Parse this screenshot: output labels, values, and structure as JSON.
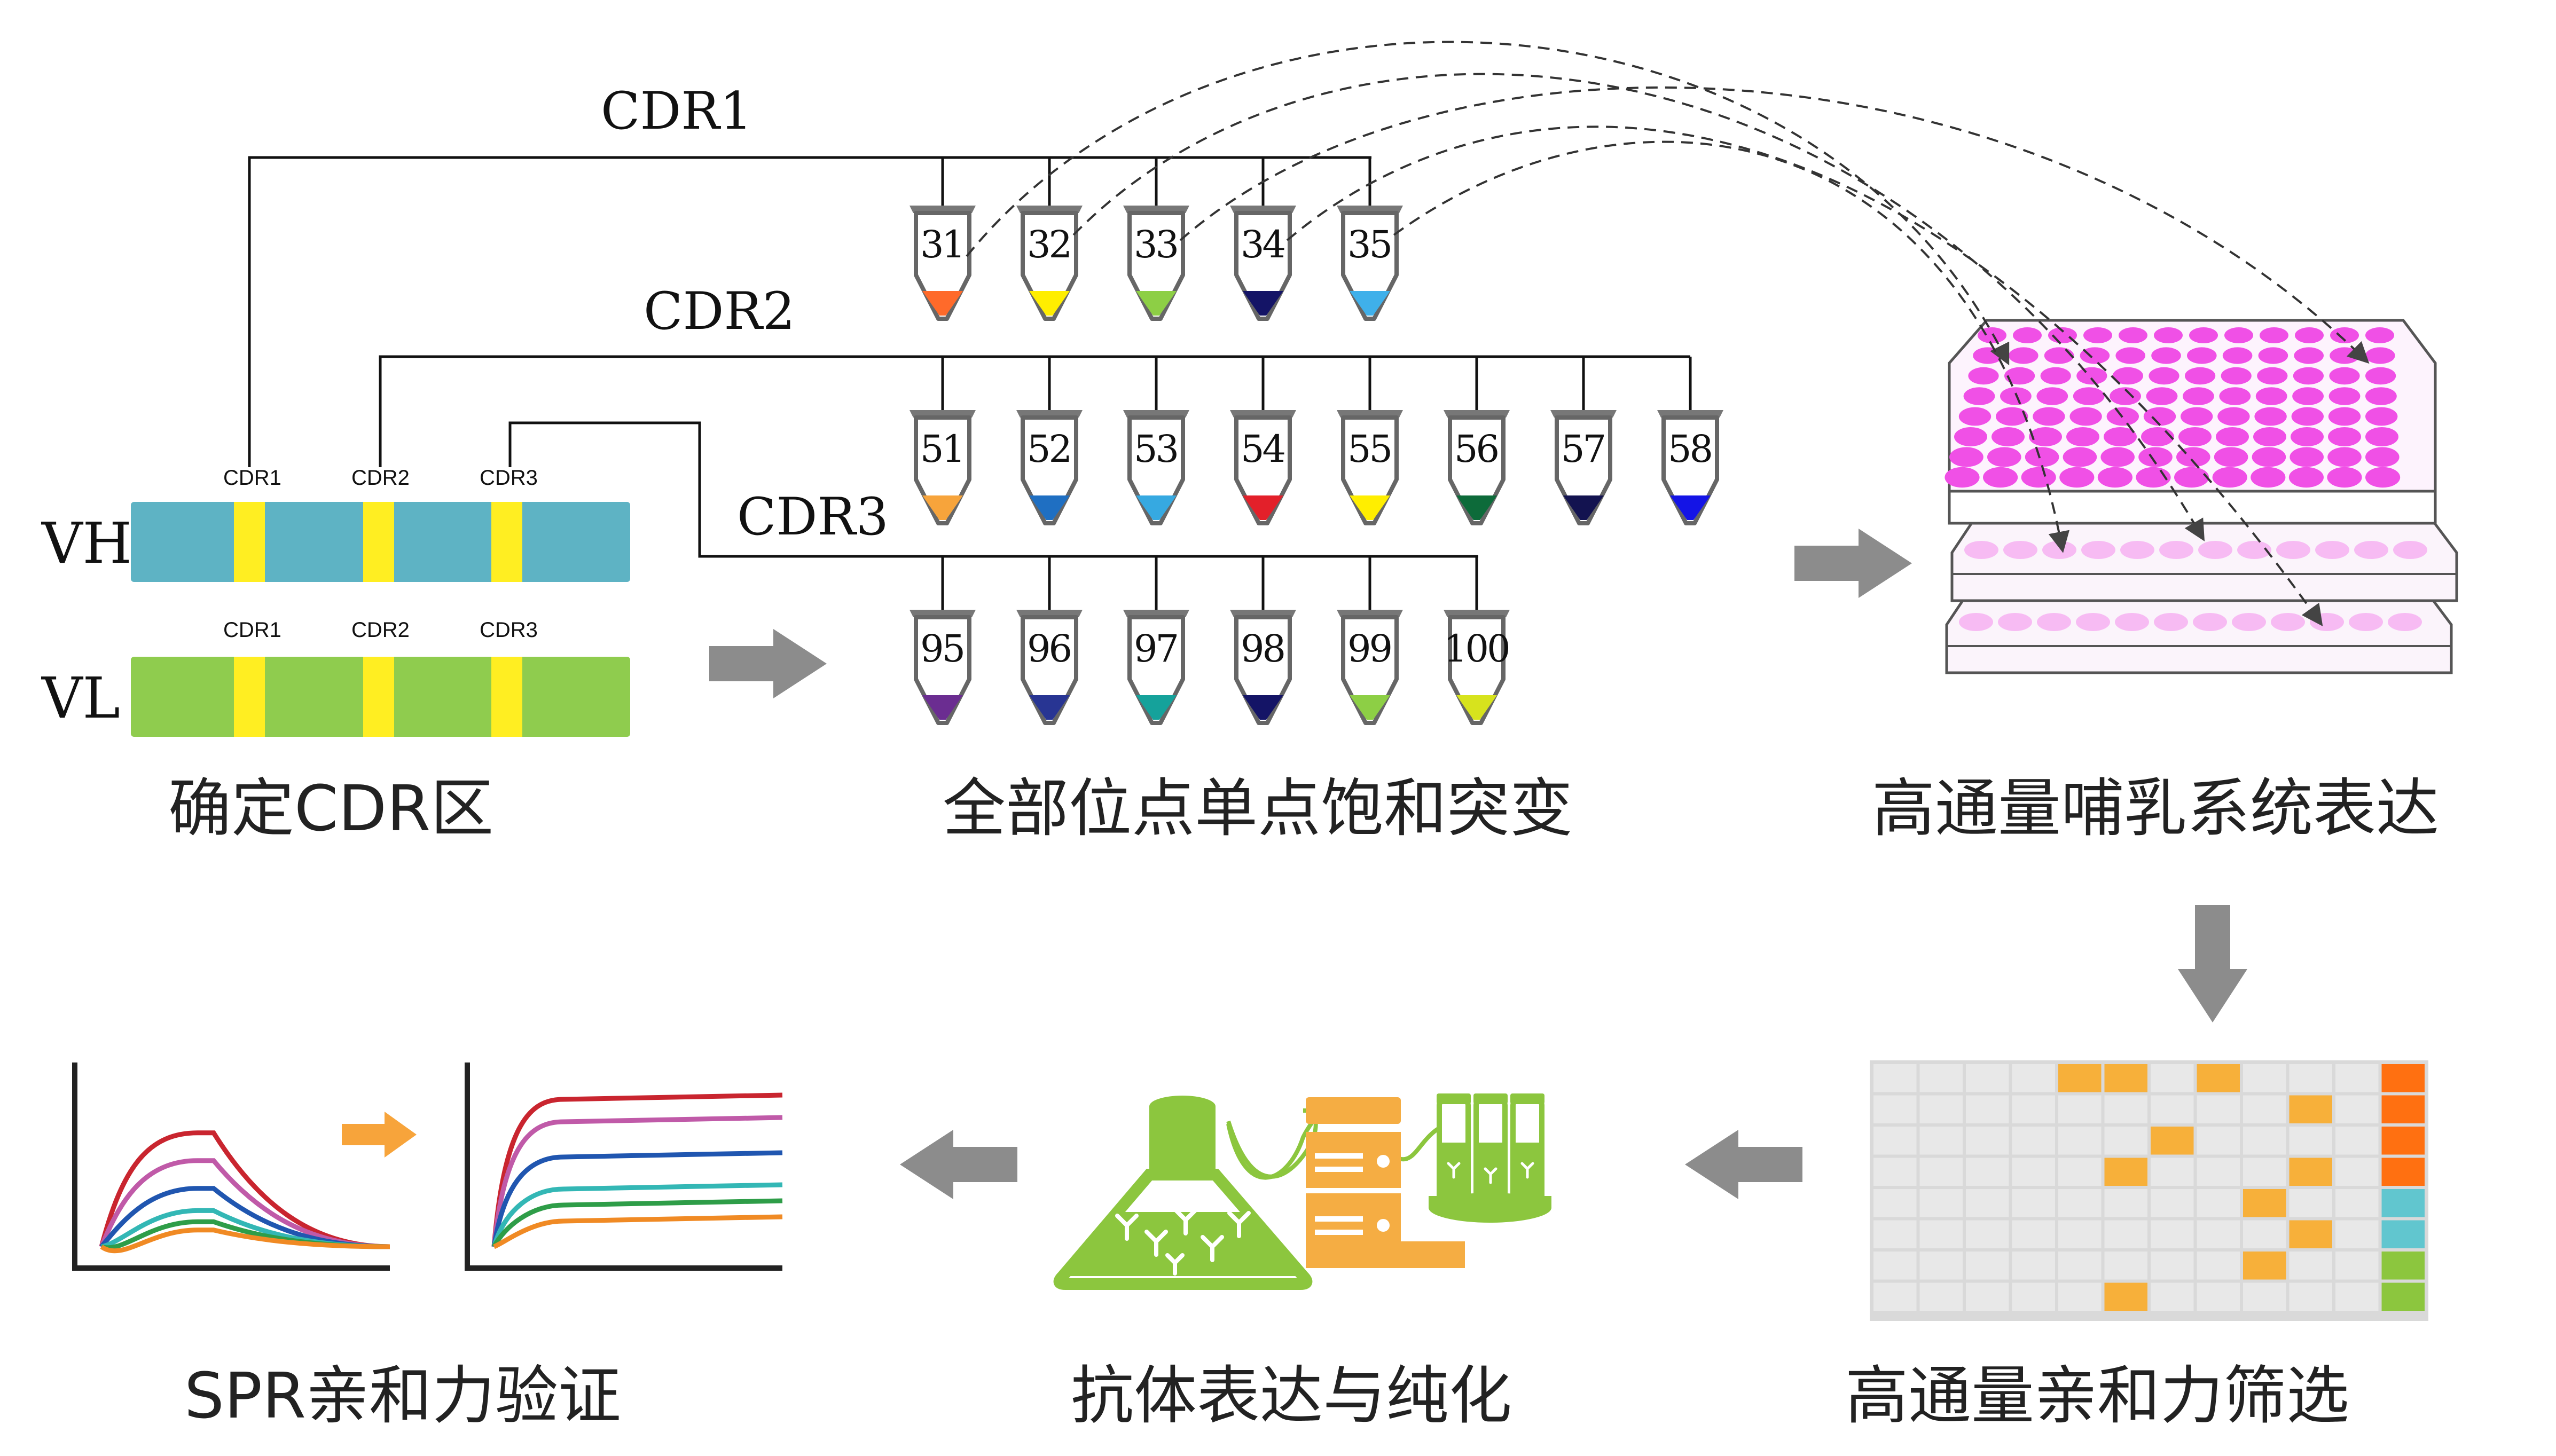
{
  "labels": {
    "cdr1": "CDR1",
    "cdr2": "CDR2",
    "cdr3": "CDR3",
    "vh": "VH",
    "vl": "VL"
  },
  "steps": {
    "determine_cdr": "确定CDR区",
    "saturation_mutagenesis": "全部位点单点饱和突变",
    "mammalian_expression": "高通量哺乳系统表达",
    "affinity_screening": "高通量亲和力筛选",
    "expression_purification": "抗体表达与纯化",
    "spr_validation": "SPR亲和力验证"
  },
  "tubes": {
    "cdr1": [
      {
        "label": "31",
        "color": "#ff6a2a"
      },
      {
        "label": "32",
        "color": "#ffee00"
      },
      {
        "label": "33",
        "color": "#8dcf45"
      },
      {
        "label": "34",
        "color": "#141466"
      },
      {
        "label": "35",
        "color": "#3fb0ea"
      }
    ],
    "cdr2": [
      {
        "label": "51",
        "color": "#f7a43b"
      },
      {
        "label": "52",
        "color": "#1f6fc2"
      },
      {
        "label": "53",
        "color": "#36a9e1"
      },
      {
        "label": "54",
        "color": "#e3202a"
      },
      {
        "label": "55",
        "color": "#ffee00"
      },
      {
        "label": "56",
        "color": "#0d6b3a"
      },
      {
        "label": "57",
        "color": "#131350"
      },
      {
        "label": "58",
        "color": "#1414e6"
      }
    ],
    "cdr3": [
      {
        "label": "95",
        "color": "#6b2d91"
      },
      {
        "label": "96",
        "color": "#283593"
      },
      {
        "label": "97",
        "color": "#15a29b"
      },
      {
        "label": "98",
        "color": "#141466"
      },
      {
        "label": "99",
        "color": "#8dcf45"
      },
      {
        "label": "100",
        "color": "#d7e31d"
      }
    ]
  },
  "colors": {
    "vh_bar": "#5eb3c4",
    "vl_bar": "#8fcc4e",
    "cdr_band": "#ffee22",
    "arrow": "#8c8c8c",
    "plate_well": "#f050e6",
    "hit_orange": "#f7b03a",
    "strong_hit": "#ff7011",
    "teal_hit": "#61c6cf",
    "green_hit": "#8cc63e",
    "grid_cell": "#e8e8e8",
    "flask_green": "#8cc63e",
    "instrument_orange": "#f5ad43"
  },
  "heatmap": {
    "rows": 8,
    "cols": 12,
    "hits": [
      [
        0,
        4
      ],
      [
        0,
        5
      ],
      [
        0,
        7
      ],
      [
        1,
        9
      ],
      [
        2,
        6
      ],
      [
        3,
        5
      ],
      [
        3,
        9
      ],
      [
        4,
        8
      ],
      [
        5,
        9
      ],
      [
        6,
        8
      ],
      [
        7,
        5
      ]
    ],
    "last_column": [
      "#ff7011",
      "#ff7011",
      "#ff7011",
      "#ff7011",
      "#61c6cf",
      "#61c6cf",
      "#8cc63e",
      "#8cc63e"
    ]
  },
  "spr": {
    "association_dissociation": [
      {
        "color": "#c9252f",
        "plateau": 0.82
      },
      {
        "color": "#c05aa8",
        "plateau": 0.62
      },
      {
        "color": "#2056b0",
        "plateau": 0.42
      },
      {
        "color": "#33b7b5",
        "plateau": 0.26
      },
      {
        "color": "#2e9d48",
        "plateau": 0.18
      },
      {
        "color": "#f08a24",
        "plateau": 0.12
      }
    ],
    "steady_state": [
      {
        "color": "#c9252f",
        "plateau": 0.92
      },
      {
        "color": "#c05aa8",
        "plateau": 0.78
      },
      {
        "color": "#2056b0",
        "plateau": 0.56
      },
      {
        "color": "#33b7b5",
        "plateau": 0.36
      },
      {
        "color": "#2e9d48",
        "plateau": 0.26
      },
      {
        "color": "#f08a24",
        "plateau": 0.16
      }
    ]
  }
}
